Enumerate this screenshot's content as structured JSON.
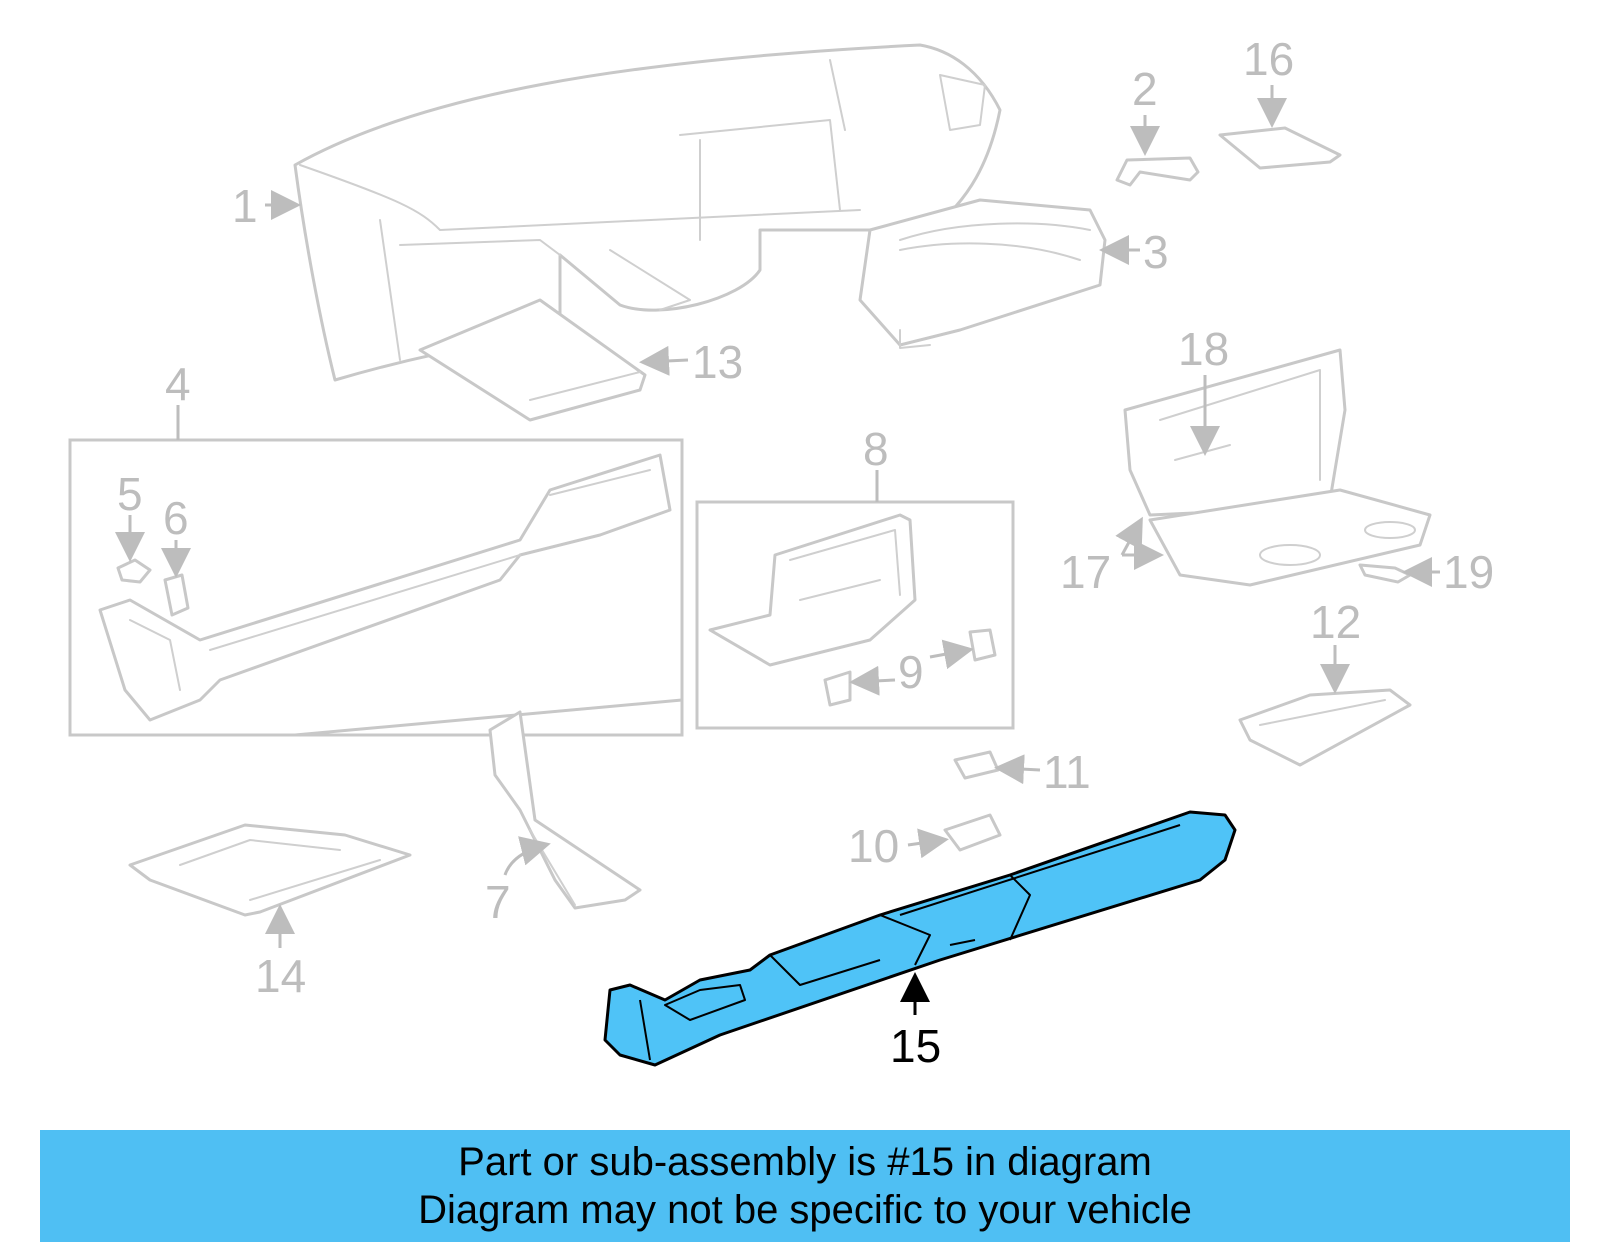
{
  "colors": {
    "highlight_fill": "#4fc3f7",
    "banner_bg": "#4fbff3",
    "gray_line": "#c8c8c8",
    "callout_gray": "#bdbdbd"
  },
  "callouts": {
    "c1": "1",
    "c2": "2",
    "c3": "3",
    "c4": "4",
    "c5": "5",
    "c6": "6",
    "c7": "7",
    "c8": "8",
    "c9": "9",
    "c10": "10",
    "c11": "11",
    "c12": "12",
    "c13": "13",
    "c14": "14",
    "c15": "15",
    "c16": "16",
    "c17": "17",
    "c18": "18",
    "c19": "19"
  },
  "highlighted_part": "15",
  "banner": {
    "line1": "Part or sub-assembly is #15 in diagram",
    "line2": "Diagram may not be specific to your vehicle"
  }
}
